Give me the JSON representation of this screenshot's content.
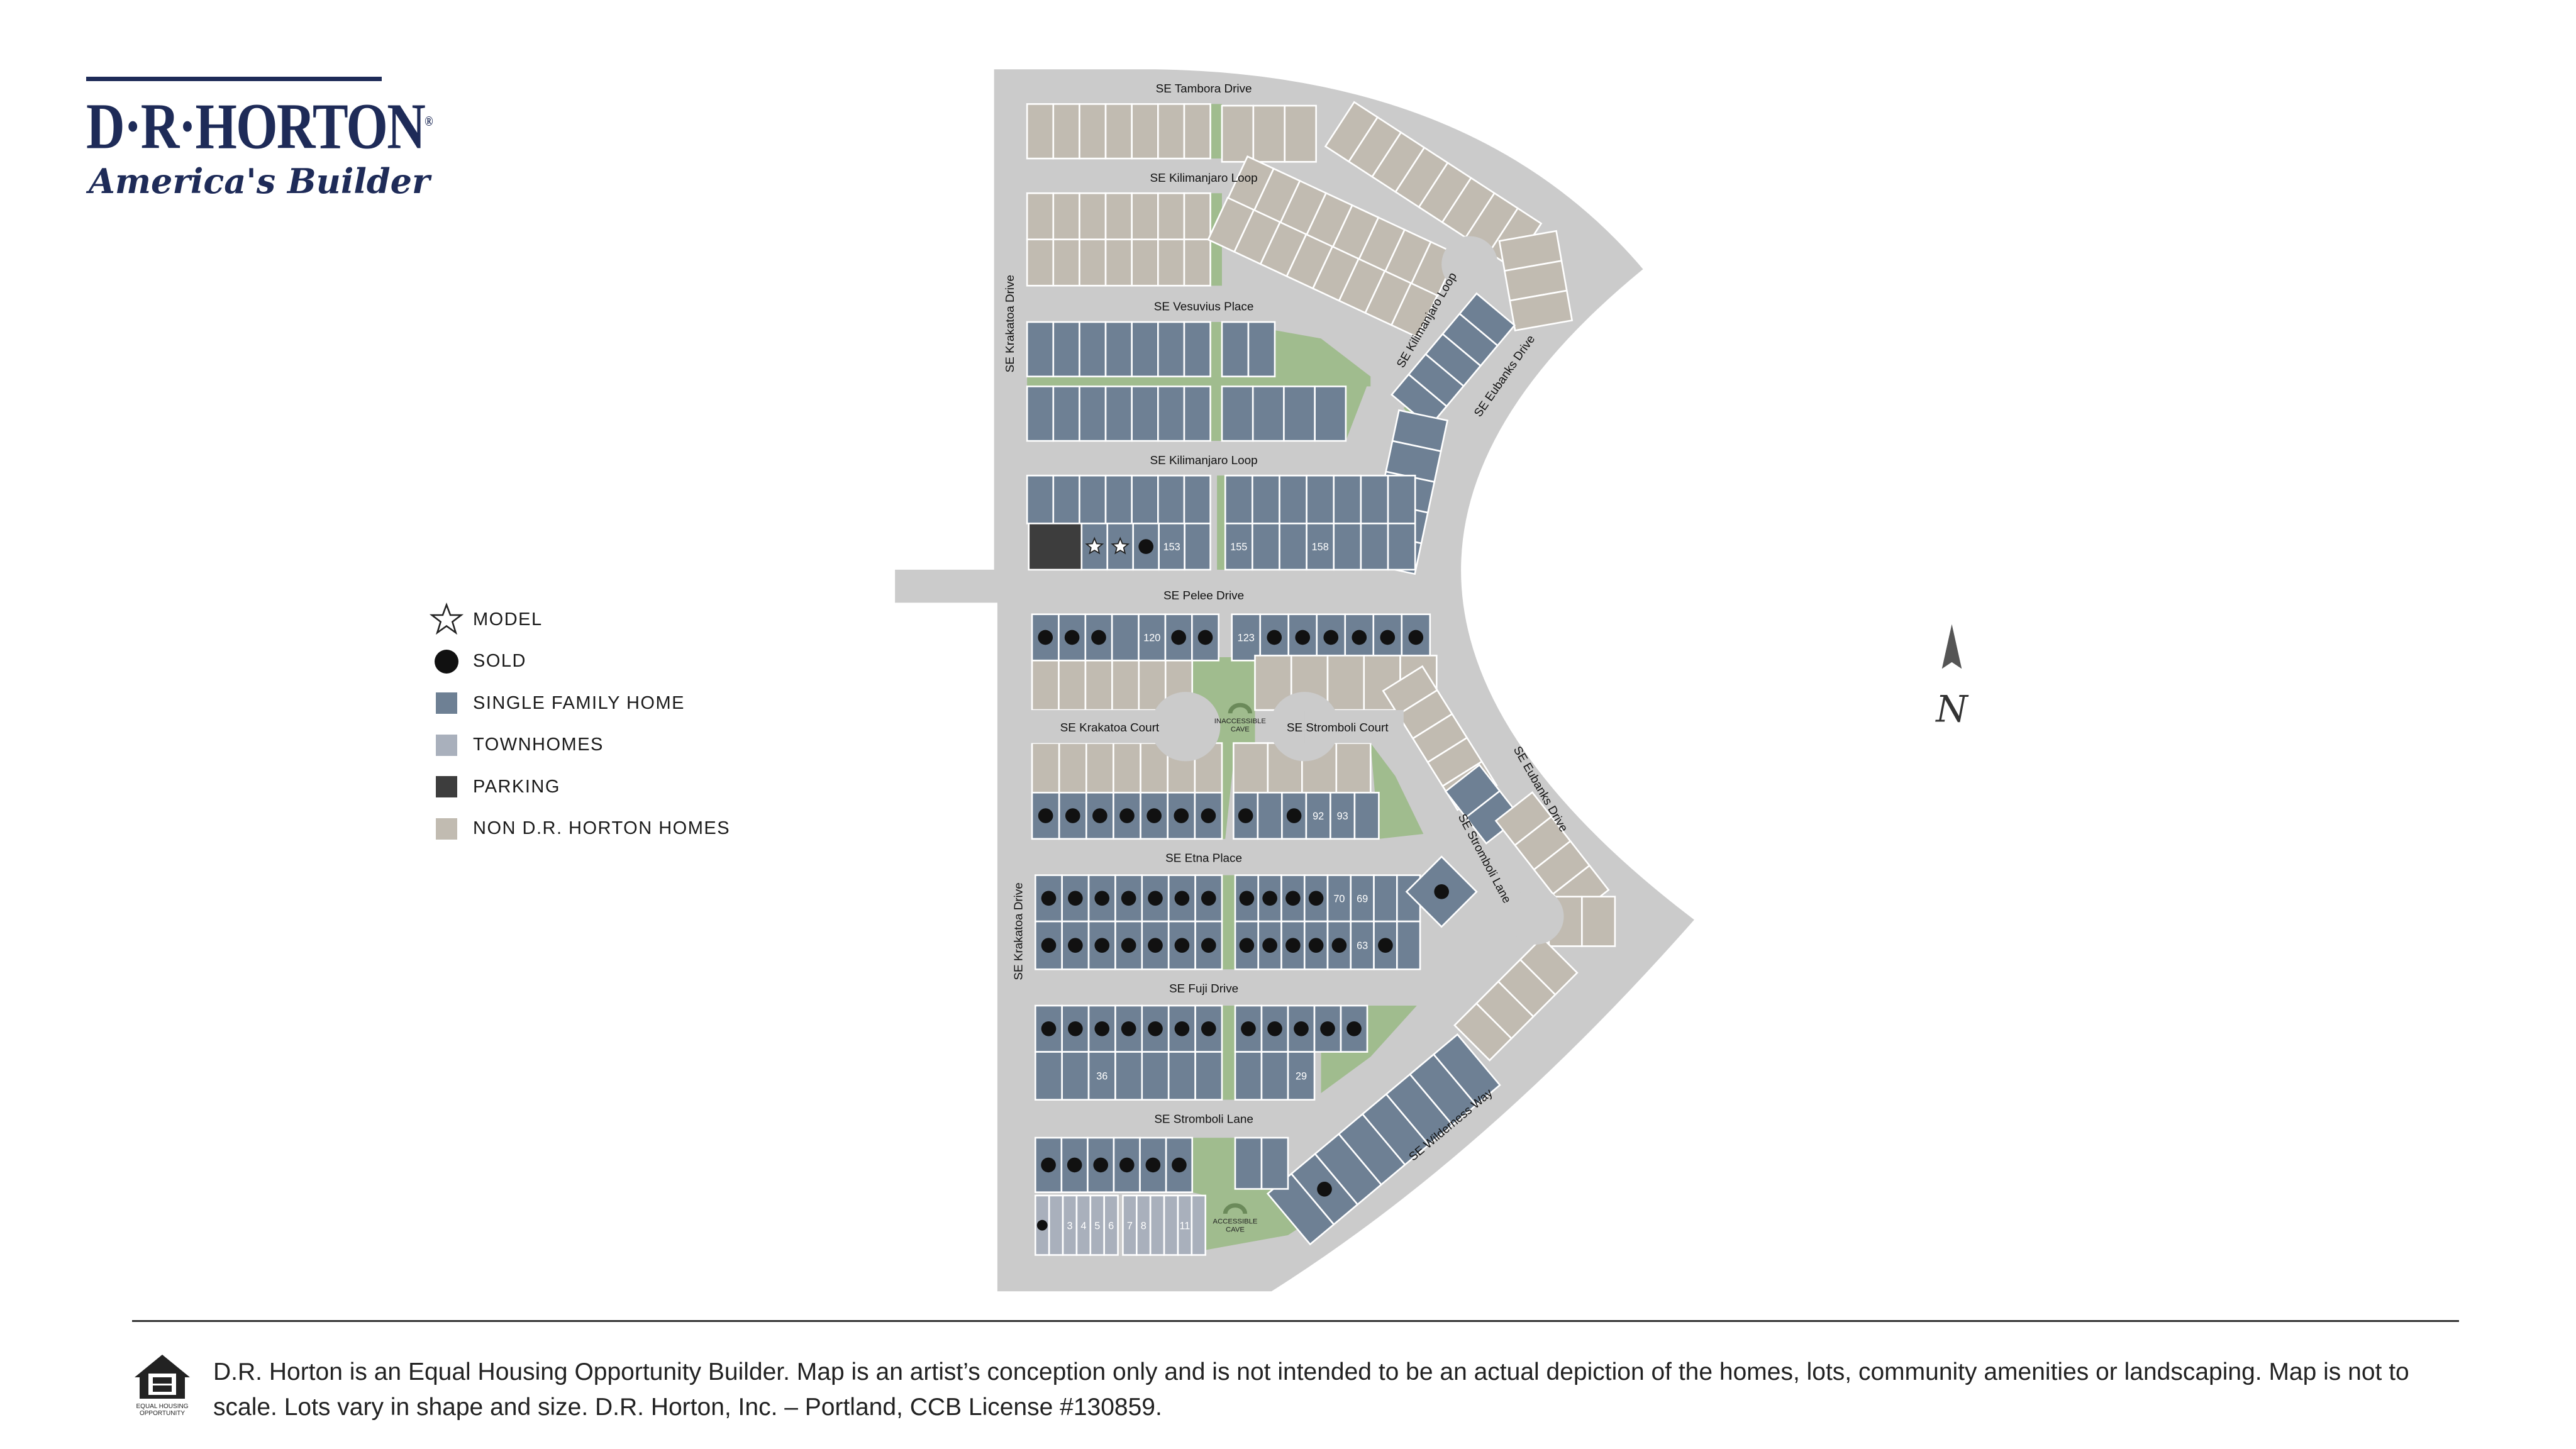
{
  "logo": {
    "wordmark": "D·R·HORTON",
    "registered": "®",
    "tagline": "America's Builder",
    "color": "#1e2b58"
  },
  "legend": [
    {
      "icon": "star-outline-icon",
      "label": "MODEL"
    },
    {
      "icon": "filled-circle-icon",
      "label": "SOLD",
      "color": "#111111"
    },
    {
      "icon": "square-swatch-icon",
      "label": "SINGLE FAMILY HOME",
      "color": "#6e8094"
    },
    {
      "icon": "square-swatch-icon",
      "label": "TOWNHOMES",
      "color": "#a9b0bc"
    },
    {
      "icon": "square-swatch-icon",
      "label": "PARKING",
      "color": "#3d3d3d"
    },
    {
      "icon": "square-swatch-icon",
      "label": "NON D.R. HORTON HOMES",
      "color": "#c1bbb1"
    }
  ],
  "colors": {
    "road": "#cbcbcb",
    "green": "#a0bc8e",
    "sfh": "#6e8094",
    "townhome": "#a9b0bc",
    "parking": "#3d3d3d",
    "non_drh": "#c1bbb1",
    "sold": "#111111",
    "cave": "#6b8a5a"
  },
  "north": {
    "label": "N",
    "icon": "north-arrow-icon"
  },
  "map": {
    "roads": [
      {
        "label": "SE Tambora Drive"
      },
      {
        "label": "SE Kilimanjaro Loop"
      },
      {
        "label": "SE Vesuvius Place"
      },
      {
        "label": "SE Kilimanjaro Loop"
      },
      {
        "label": "SE Pelee Drive"
      },
      {
        "label": "SE Krakatoa Court"
      },
      {
        "label": "SE Stromboli Court"
      },
      {
        "label": "SE Etna Place"
      },
      {
        "label": "SE Fuji Drive"
      },
      {
        "label": "SE Stromboli Lane"
      },
      {
        "label": "SE Krakatoa Drive"
      },
      {
        "label": "SE Krakatoa Drive"
      },
      {
        "label": "SE Kilimanjaro Loop"
      },
      {
        "label": "SE Eubanks Drive"
      },
      {
        "label": "SE Eubanks Drive"
      },
      {
        "label": "SE Stromboli Lane"
      },
      {
        "label": "SE Wilderness Way"
      }
    ],
    "caves": [
      {
        "label_1": "INACCESSIBLE",
        "label_2": "CAVE"
      },
      {
        "label_1": "ACCESSIBLE",
        "label_2": "CAVE"
      }
    ],
    "blocks": [
      {
        "type": "non_drh",
        "lots": [
          "",
          "",
          "",
          "",
          "",
          "",
          ""
        ]
      },
      {
        "type": "non_drh",
        "lots": [
          "",
          "",
          ""
        ]
      },
      {
        "type": "non_drh",
        "lots": [
          "",
          "",
          "",
          "",
          "",
          "",
          "",
          ""
        ]
      },
      {
        "type": "non_drh",
        "lots": [
          "",
          "",
          "",
          "",
          "",
          "",
          ""
        ]
      },
      {
        "type": "non_drh",
        "lots": [
          "",
          "",
          "",
          "",
          "",
          "",
          ""
        ]
      },
      {
        "type": "non_drh",
        "lots": [
          "",
          "",
          "",
          "",
          "",
          "",
          "",
          ""
        ]
      },
      {
        "type": "non_drh",
        "lots": [
          "",
          "",
          "",
          "",
          "",
          "",
          "",
          ""
        ]
      },
      {
        "type": "non_drh",
        "lots": [
          "",
          "",
          ""
        ]
      },
      {
        "type": "sfh",
        "lots": [
          "",
          "",
          "",
          "",
          "",
          "",
          ""
        ]
      },
      {
        "type": "sfh",
        "lots": [
          "",
          ""
        ]
      },
      {
        "type": "sfh",
        "lots": [
          "",
          "",
          "",
          "",
          "",
          "",
          ""
        ]
      },
      {
        "type": "sfh",
        "lots": [
          "",
          "",
          "",
          ""
        ]
      },
      {
        "type": "sfh",
        "lots": [
          "",
          "",
          "",
          "",
          ""
        ]
      },
      {
        "type": "sfh",
        "lots": [
          "",
          "",
          "",
          "",
          ""
        ]
      },
      {
        "type": "sfh",
        "lots": [
          "",
          "",
          "",
          "",
          "",
          "",
          ""
        ]
      },
      {
        "type": "sfh",
        "lots": [
          "",
          "",
          "",
          "",
          "",
          "",
          ""
        ]
      },
      {
        "type": "parking",
        "lots": [
          ""
        ]
      },
      {
        "type": "sfh",
        "lots": [
          "MODEL",
          "MODEL",
          "SOLD",
          "153",
          ""
        ]
      },
      {
        "type": "sfh",
        "lots": [
          "155",
          "",
          "",
          "158",
          "",
          "",
          ""
        ]
      },
      {
        "type": "sfh",
        "lots": [
          "SOLD",
          "SOLD",
          "SOLD",
          "",
          "120",
          "SOLD",
          "SOLD"
        ]
      },
      {
        "type": "sfh",
        "lots": [
          "123",
          "SOLD",
          "SOLD",
          "SOLD",
          "SOLD",
          "SOLD",
          "SOLD"
        ]
      },
      {
        "type": "non_drh",
        "lots": [
          "",
          "",
          "",
          "",
          "",
          ""
        ]
      },
      {
        "type": "non_drh",
        "lots": [
          "",
          "",
          "",
          "",
          ""
        ]
      },
      {
        "type": "non_drh",
        "lots": [
          "",
          "",
          "",
          "",
          ""
        ]
      },
      {
        "type": "non_drh",
        "lots": [
          "",
          "",
          "",
          "",
          "",
          "",
          ""
        ]
      },
      {
        "type": "non_drh",
        "lots": [
          "",
          "",
          "",
          ""
        ]
      },
      {
        "type": "sfh",
        "lots": [
          "SOLD",
          "SOLD",
          "SOLD",
          "SOLD",
          "SOLD",
          "SOLD",
          "SOLD"
        ]
      },
      {
        "type": "sfh",
        "lots": [
          "SOLD",
          "",
          "SOLD",
          "92",
          "93",
          ""
        ]
      },
      {
        "type": "sfh",
        "lots": [
          "",
          ""
        ]
      },
      {
        "type": "sfh",
        "lots": [
          "SOLD",
          "SOLD",
          "SOLD",
          "SOLD",
          "70",
          "69",
          "",
          ""
        ]
      },
      {
        "type": "sfh",
        "lots": [
          "SOLD",
          "SOLD",
          "SOLD",
          "SOLD",
          "SOLD",
          "63",
          "SOLD",
          ""
        ]
      },
      {
        "type": "sfh",
        "lots": [
          "SOLD",
          "SOLD",
          "SOLD",
          "SOLD",
          "SOLD",
          "SOLD",
          "SOLD"
        ]
      },
      {
        "type": "sfh",
        "lots": [
          "SOLD",
          "SOLD",
          "SOLD",
          "SOLD",
          "SOLD",
          "SOLD",
          "SOLD"
        ]
      },
      {
        "type": "sfh",
        "lots": [
          "SOLD"
        ]
      },
      {
        "type": "non_drh",
        "lots": [
          "",
          "",
          "",
          ""
        ]
      },
      {
        "type": "non_drh",
        "lots": [
          "",
          ""
        ]
      },
      {
        "type": "non_drh",
        "lots": [
          "",
          "",
          "",
          ""
        ]
      },
      {
        "type": "sfh",
        "lots": [
          "SOLD",
          "SOLD",
          "SOLD",
          "SOLD",
          "SOLD",
          "SOLD",
          "SOLD"
        ]
      },
      {
        "type": "sfh",
        "lots": [
          "",
          "",
          "36",
          "",
          "",
          "",
          ""
        ]
      },
      {
        "type": "sfh",
        "lots": [
          "SOLD",
          "SOLD",
          "SOLD",
          "SOLD",
          "SOLD"
        ]
      },
      {
        "type": "sfh",
        "lots": [
          "",
          "",
          "29"
        ]
      },
      {
        "type": "sfh",
        "lots": [
          "",
          "SOLD",
          "",
          "",
          "",
          "",
          "",
          ""
        ]
      },
      {
        "type": "sfh",
        "lots": [
          "SOLD",
          "SOLD",
          "SOLD",
          "SOLD",
          "SOLD",
          "SOLD"
        ]
      },
      {
        "type": "sfh",
        "lots": [
          "",
          ""
        ]
      },
      {
        "type": "townhome",
        "lots": [
          "SOLD",
          "",
          "3",
          "4",
          "5",
          "6"
        ]
      },
      {
        "type": "townhome",
        "lots": [
          "7",
          "8",
          "",
          "",
          "11",
          ""
        ]
      }
    ]
  },
  "footer": {
    "eho_label_1": "EQUAL HOUSING",
    "eho_label_2": "OPPORTUNITY",
    "disclaimer": "D.R. Horton is an Equal Housing Opportunity Builder. Map is an artist’s conception only and is not intended to be an actual depiction of the homes, lots, community amenities or landscaping. Map is not to scale. Lots vary in shape and size. D.R. Horton, Inc. – Portland, CCB License #130859."
  }
}
